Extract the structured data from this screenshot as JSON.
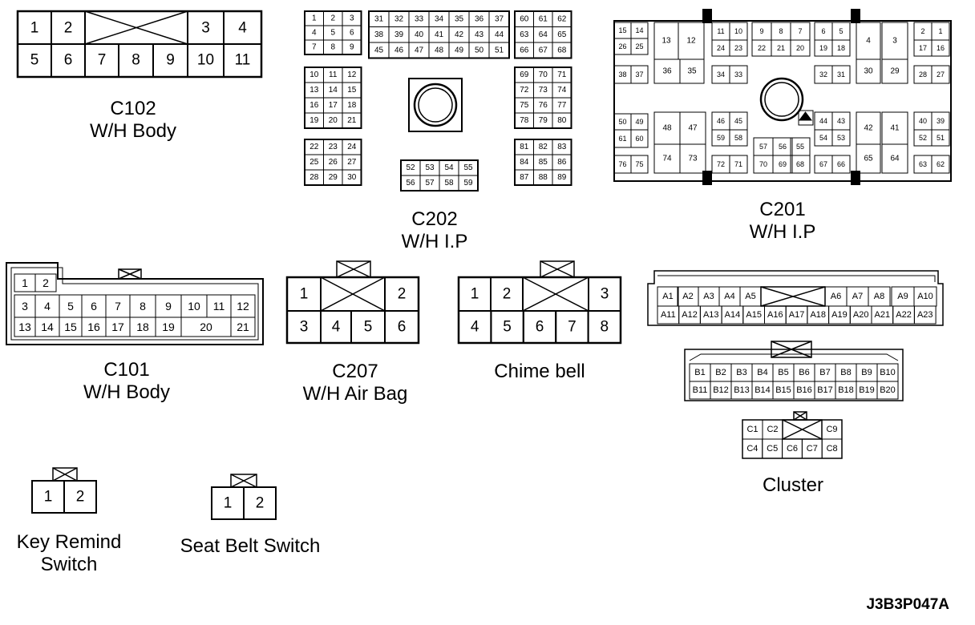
{
  "connectors": {
    "c102": {
      "name": "C102",
      "harness": "W/H Body",
      "pins": [
        "1",
        "2",
        "3",
        "4",
        "5",
        "6",
        "7",
        "8",
        "9",
        "10",
        "11"
      ]
    },
    "c202": {
      "name": "C202",
      "harness": "W/H I.P"
    },
    "c201": {
      "name": "C201",
      "harness": "W/H I.P"
    },
    "c101": {
      "name": "C101",
      "harness": "W/H Body",
      "pins": [
        "1",
        "2",
        "3",
        "4",
        "5",
        "6",
        "7",
        "8",
        "9",
        "10",
        "11",
        "12",
        "13",
        "14",
        "15",
        "16",
        "17",
        "18",
        "19",
        "20",
        "21"
      ]
    },
    "c207": {
      "name": "C207",
      "harness": "W/H Air Bag",
      "pins": [
        "1",
        "2",
        "3",
        "4",
        "5",
        "6"
      ]
    },
    "chime": {
      "name": "Chime bell",
      "pins": [
        "1",
        "2",
        "3",
        "4",
        "5",
        "6",
        "7",
        "8"
      ]
    },
    "cluster": {
      "name": "Cluster"
    },
    "key_remind": {
      "name": "Key Remind\nSwitch",
      "pins": [
        "1",
        "2"
      ]
    },
    "seat_belt": {
      "name": "Seat Belt Switch",
      "pins": [
        "1",
        "2"
      ]
    }
  },
  "figure_id": "J3B3P047A"
}
